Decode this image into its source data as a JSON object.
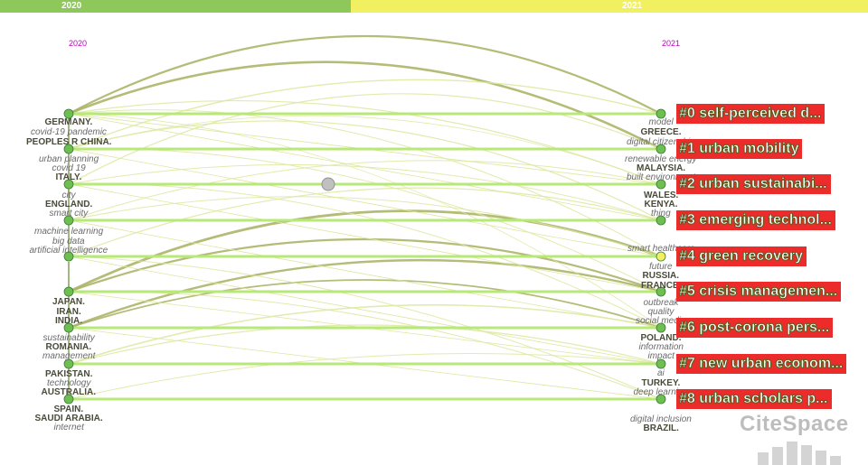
{
  "timebar": {
    "segments": [
      {
        "label": "2020",
        "color": "#8ec85a"
      },
      {
        "label": "2021",
        "color": "#f0f060"
      }
    ]
  },
  "years": {
    "left": "2020",
    "right": "2021"
  },
  "colors": {
    "arc_dark": "#a8b060",
    "arc_light": "#dce8a0",
    "timeline": "#b8e878",
    "node": "#6cbf50",
    "cluster_bg": "#ee2b2b"
  },
  "left_labels": [
    {
      "text": "GERMANY.",
      "style": "bold"
    },
    {
      "text": "covid-19 pandemic",
      "style": "it"
    },
    {
      "text": "PEOPLES R CHINA.",
      "style": "bold"
    },
    {
      "text": "urban planning",
      "style": "it"
    },
    {
      "text": "covid 19",
      "style": "it"
    },
    {
      "text": "ITALY.",
      "style": "bold"
    },
    {
      "text": "city",
      "style": "it"
    },
    {
      "text": "ENGLAND.",
      "style": "bold"
    },
    {
      "text": "smart city",
      "style": "it"
    },
    {
      "text": "machine learning",
      "style": "it"
    },
    {
      "text": "big data",
      "style": "it"
    },
    {
      "text": "artificial intelligence",
      "style": "it"
    },
    {
      "text": "JAPAN.",
      "style": "bold"
    },
    {
      "text": "IRAN.",
      "style": "bold"
    },
    {
      "text": "INDIA.",
      "style": "bold"
    },
    {
      "text": "sustainability",
      "style": "it"
    },
    {
      "text": "ROMANIA.",
      "style": "bold"
    },
    {
      "text": "management",
      "style": "it"
    },
    {
      "text": "PAKISTAN.",
      "style": "bold"
    },
    {
      "text": "technology",
      "style": "it"
    },
    {
      "text": "AUSTRALIA.",
      "style": "bold"
    },
    {
      "text": "SPAIN.",
      "style": "bold"
    },
    {
      "text": "SAUDI ARABIA.",
      "style": "bold"
    },
    {
      "text": "internet",
      "style": "it"
    }
  ],
  "right_labels": [
    {
      "text": "model",
      "style": "it"
    },
    {
      "text": "GREECE.",
      "style": "bold"
    },
    {
      "text": "digital citizenship",
      "style": "it"
    },
    {
      "text": "renewable energy",
      "style": "it"
    },
    {
      "text": "MALAYSIA.",
      "style": "bold"
    },
    {
      "text": "built environment",
      "style": "it"
    },
    {
      "text": "WALES.",
      "style": "bold"
    },
    {
      "text": "KENYA.",
      "style": "bold"
    },
    {
      "text": "thing",
      "style": "it"
    },
    {
      "text": "smart healthcare",
      "style": "it"
    },
    {
      "text": "future",
      "style": "it"
    },
    {
      "text": "RUSSIA.",
      "style": "bold"
    },
    {
      "text": "FRANCE.",
      "style": "bold"
    },
    {
      "text": "outbreak",
      "style": "it"
    },
    {
      "text": "quality",
      "style": "it"
    },
    {
      "text": "social media",
      "style": "it"
    },
    {
      "text": "POLAND.",
      "style": "bold"
    },
    {
      "text": "information",
      "style": "it"
    },
    {
      "text": "impact",
      "style": "it"
    },
    {
      "text": "ai",
      "style": "it"
    },
    {
      "text": "TURKEY.",
      "style": "bold"
    },
    {
      "text": "deep learning",
      "style": "it"
    },
    {
      "text": "digital inclusion",
      "style": "it"
    },
    {
      "text": "BRAZIL.",
      "style": "bold"
    }
  ],
  "clusters": [
    {
      "label": "#0 self-perceived d..."
    },
    {
      "label": "#1 urban mobility"
    },
    {
      "label": "#2 urban sustainabi..."
    },
    {
      "label": "#3 emerging technol..."
    },
    {
      "label": "#4 green recovery"
    },
    {
      "label": "#5 crisis managemen..."
    },
    {
      "label": "#6 post-corona pers..."
    },
    {
      "label": "#7 new urban econom..."
    },
    {
      "label": "#8 urban scholars p..."
    }
  ],
  "logo": {
    "text": "CiteSpace"
  }
}
